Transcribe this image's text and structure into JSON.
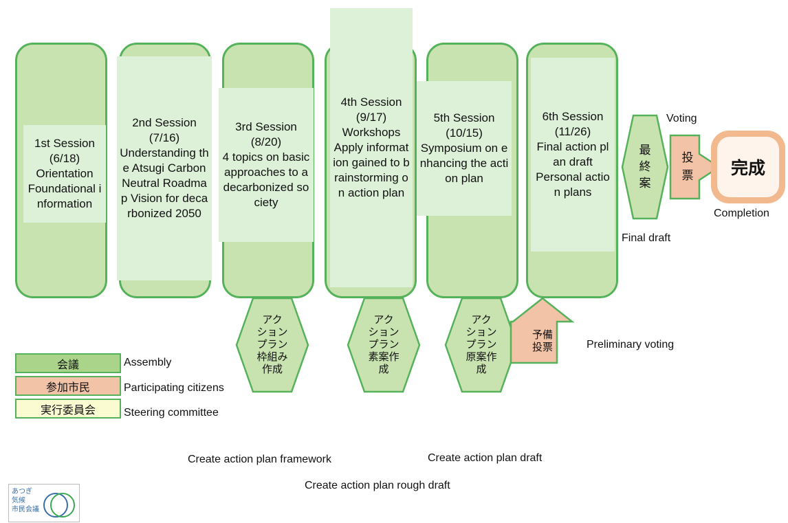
{
  "sessions": [
    {
      "label": "1st Session\n(6/18)\nOrientation\nFoundational information"
    },
    {
      "label": "2nd Session\n(7/16)\nUnderstanding the Atsugi Carbon Neutral Roadmap Vision for decarbonized 2050"
    },
    {
      "label": "3rd Session\n(8/20)\n4 topics on basic approaches to a decarbonized society"
    },
    {
      "label": "4th Session\n(9/17)\nWorkshops\nApply information gained to brainstorming on action plan"
    },
    {
      "label": "5th Session\n(10/15)\nSymposium on enhancing the action plan"
    },
    {
      "label": "6th Session\n(11/26)\nFinal action plan draft\nPersonal action plans"
    }
  ],
  "hexagons": [
    {
      "jp": "アク\nション\nプラン\n枠組み\n作成"
    },
    {
      "jp": "アク\nション\nプラン\n素案作\n成"
    },
    {
      "jp": "アク\nション\nプラン\n原案作\n成"
    }
  ],
  "final": {
    "saishuan": "最\n終\n案",
    "tohyo": "投\n票",
    "kansei": "完成",
    "voting": "Voting",
    "final_draft": "Final draft",
    "completion": "Completion"
  },
  "prelim": {
    "jp": "予備\n投票",
    "en": "Preliminary voting"
  },
  "legend": [
    {
      "jp": "会議",
      "en": "Assembly",
      "color": "#a9d48a"
    },
    {
      "jp": "参加市民",
      "en": "Participating citizens",
      "color": "#f2c3a7"
    },
    {
      "jp": "実行委員会",
      "en": "Steering committee",
      "color": "#fbfbd2"
    }
  ],
  "captions": {
    "framework": "Create action plan framework",
    "draft": "Create action plan draft",
    "rough": "Create action plan rough draft"
  },
  "logo": {
    "text": "あつぎ\n気候\n市民会議"
  },
  "colors": {
    "assembly_fill": "#c8e2b0",
    "assembly_border": "#56b25a",
    "label_bg": "#ddf0d8",
    "citizen_fill": "#f2c3a7",
    "citizen_border": "#d6856a",
    "complete_ring": "#f2b98f"
  }
}
